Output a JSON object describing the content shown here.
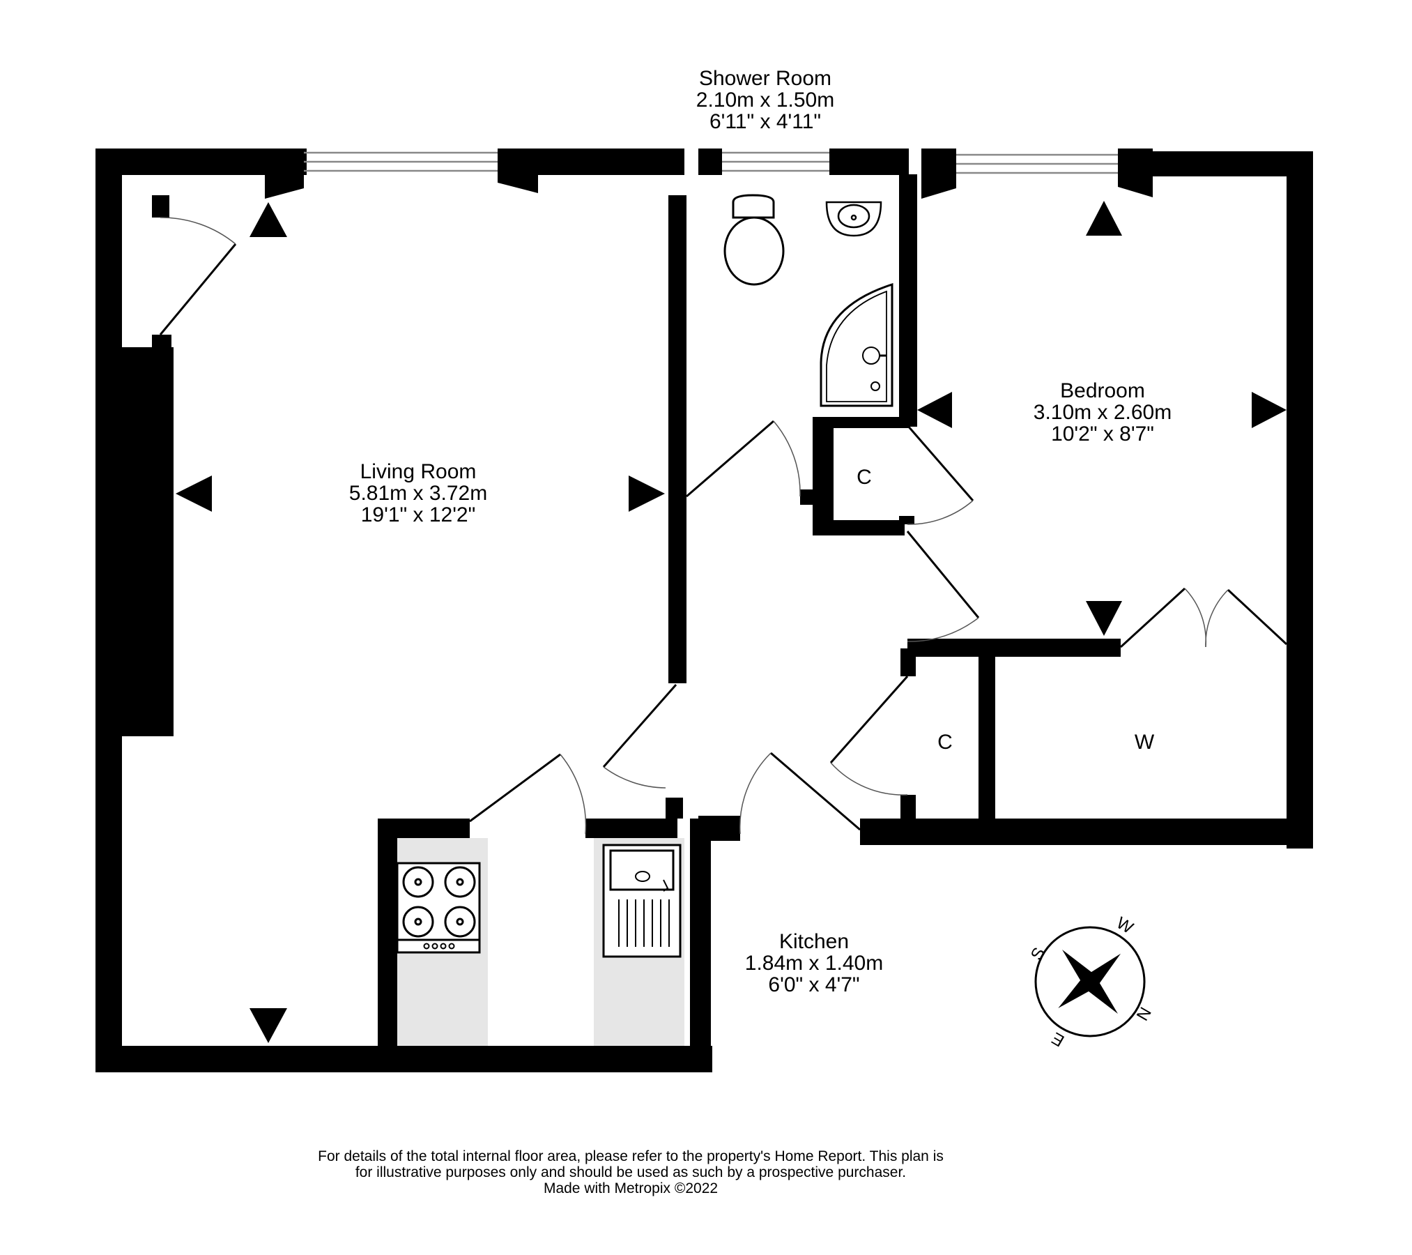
{
  "rooms": {
    "shower_room": {
      "name": "Shower Room",
      "metric": "2.10m  x 1.50m",
      "imperial": "6'11\"  x 4'11\""
    },
    "living_room": {
      "name": "Living Room",
      "metric": "5.81m  x 3.72m",
      "imperial": "19'1\"  x 12'2\""
    },
    "bedroom": {
      "name": "Bedroom",
      "metric": "3.10m  x 2.60m",
      "imperial": "10'2\"  x 8'7\""
    },
    "kitchen": {
      "name": "Kitchen",
      "metric": "1.84m  x 1.40m",
      "imperial": "6'0\"  x 4'7\""
    },
    "cupboard_upper": {
      "name": "C"
    },
    "cupboard_lower": {
      "name": "C"
    },
    "wardrobe": {
      "name": "W"
    }
  },
  "compass": {
    "letters": [
      "S",
      "W",
      "N",
      "E"
    ]
  },
  "disclaimer": {
    "line1": "For details of the total internal floor area, please refer to the property's Home Report. This plan is",
    "line2": "for illustrative purposes only and should be used as such by a prospective purchaser.",
    "line3": "Made with Metropix ©2022"
  },
  "colors": {
    "wall": "#000000",
    "counter": "#e6e6e6",
    "background": "#ffffff"
  }
}
